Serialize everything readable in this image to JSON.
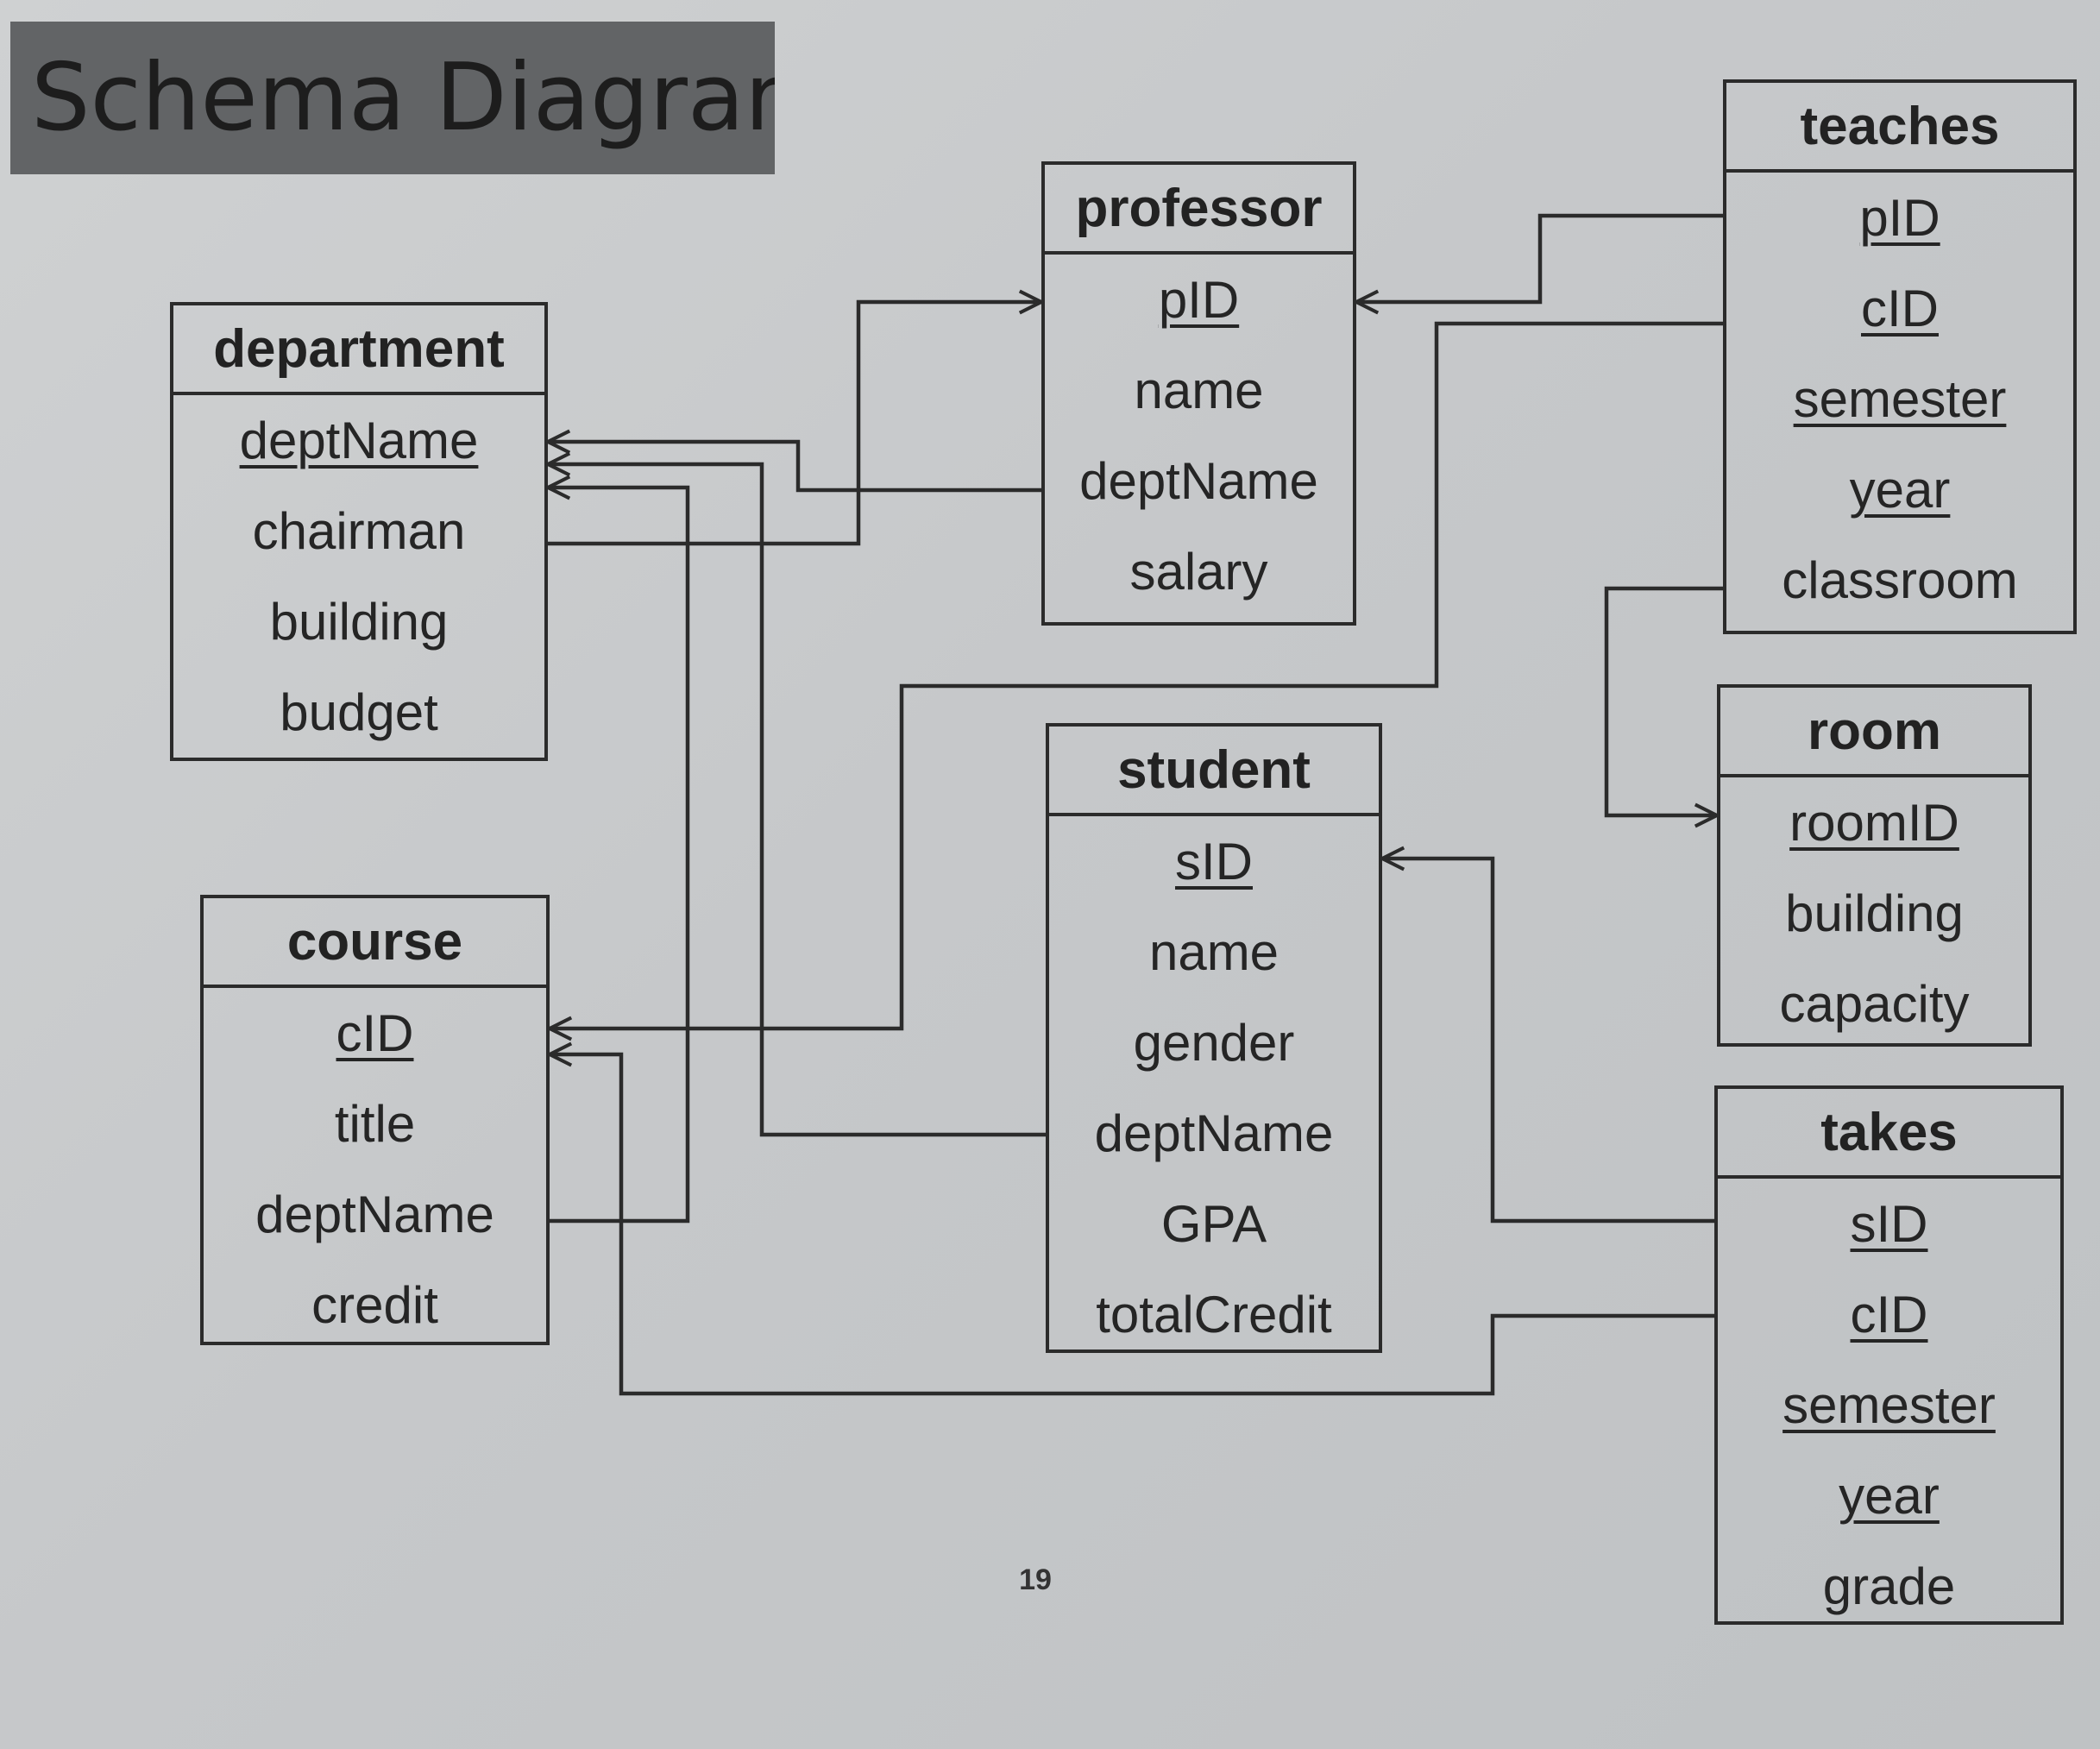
{
  "title": "Schema Diagram",
  "page_number": "19",
  "tables": {
    "department": {
      "name": "department",
      "attributes": [
        {
          "text": "deptName",
          "key": true
        },
        {
          "text": "chairman",
          "key": false
        },
        {
          "text": "building",
          "key": false
        },
        {
          "text": "budget",
          "key": false
        }
      ]
    },
    "professor": {
      "name": "professor",
      "attributes": [
        {
          "text": "pID",
          "key": true
        },
        {
          "text": "name",
          "key": false
        },
        {
          "text": "deptName",
          "key": false
        },
        {
          "text": "salary",
          "key": false
        }
      ]
    },
    "teaches": {
      "name": "teaches",
      "attributes": [
        {
          "text": "pID",
          "key": true
        },
        {
          "text": "cID",
          "key": true
        },
        {
          "text": "semester",
          "key": true
        },
        {
          "text": "year",
          "key": true
        },
        {
          "text": "classroom",
          "key": false
        }
      ]
    },
    "room": {
      "name": "room",
      "attributes": [
        {
          "text": "roomID",
          "key": true
        },
        {
          "text": "building",
          "key": false
        },
        {
          "text": "capacity",
          "key": false
        }
      ]
    },
    "student": {
      "name": "student",
      "attributes": [
        {
          "text": "sID",
          "key": true
        },
        {
          "text": "name",
          "key": false
        },
        {
          "text": "gender",
          "key": false
        },
        {
          "text": "deptName",
          "key": false
        },
        {
          "text": "GPA",
          "key": false
        },
        {
          "text": "totalCredit",
          "key": false
        }
      ]
    },
    "course": {
      "name": "course",
      "attributes": [
        {
          "text": "cID",
          "key": true
        },
        {
          "text": "title",
          "key": false
        },
        {
          "text": "deptName",
          "key": false
        },
        {
          "text": "credit",
          "key": false
        }
      ]
    },
    "takes": {
      "name": "takes",
      "attributes": [
        {
          "text": "sID",
          "key": true
        },
        {
          "text": "cID",
          "key": true
        },
        {
          "text": "semester",
          "key": true
        },
        {
          "text": "year",
          "key": true
        },
        {
          "text": "grade",
          "key": false
        }
      ]
    }
  },
  "relationships": [
    {
      "from": "professor.deptName",
      "to": "department.deptName"
    },
    {
      "from": "department.chairman",
      "to": "professor.pID"
    },
    {
      "from": "teaches.pID",
      "to": "professor.pID"
    },
    {
      "from": "teaches.cID",
      "to": "course.cID"
    },
    {
      "from": "teaches.classroom",
      "to": "room.roomID"
    },
    {
      "from": "student.deptName",
      "to": "department.deptName"
    },
    {
      "from": "course.deptName",
      "to": "department.deptName"
    },
    {
      "from": "takes.sID",
      "to": "student.sID"
    },
    {
      "from": "takes.cID",
      "to": "course.cID"
    }
  ],
  "colors": {
    "line": "#2b2b2b",
    "title_bar": "#626466",
    "background": "#c9cbcc"
  }
}
